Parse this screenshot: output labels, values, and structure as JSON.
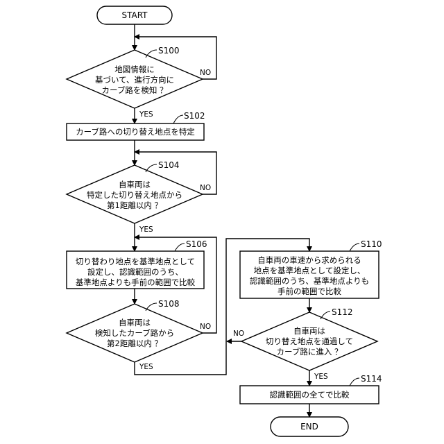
{
  "flowchart": {
    "start": "START",
    "end": "END",
    "yes": "YES",
    "no": "NO",
    "steps": {
      "s100": {
        "label": "S100",
        "lines": [
          "地図情報に",
          "基づいて、進行方向に",
          "カーブ路を検知 ？"
        ]
      },
      "s102": {
        "label": "S102",
        "lines": [
          "カーブ路への切り替え地点を特定"
        ]
      },
      "s104": {
        "label": "S104",
        "lines": [
          "自車両は",
          "特定した切り替え地点から",
          "第1距離以内 ？"
        ]
      },
      "s106": {
        "label": "S106",
        "lines": [
          "切り替わり地点を基準地点として",
          "設定し、認識範囲のうち、",
          "基準地点よりも手前の範囲で比較"
        ]
      },
      "s108": {
        "label": "S108",
        "lines": [
          "自車両は",
          "検知したカーブ路から",
          "第2距離以内 ？"
        ]
      },
      "s110": {
        "label": "S110",
        "lines": [
          "自車両の車速から求められる",
          "地点を基準地点として設定し、",
          "認識範囲のうち、基準地点よりも",
          "手前の範囲で比較"
        ]
      },
      "s112": {
        "label": "S112",
        "lines": [
          "自車両は",
          "切り替え地点を通過して",
          "カーブ路に進入 ？"
        ]
      },
      "s114": {
        "label": "S114",
        "lines": [
          "認識範囲の全てで比較"
        ]
      }
    }
  }
}
